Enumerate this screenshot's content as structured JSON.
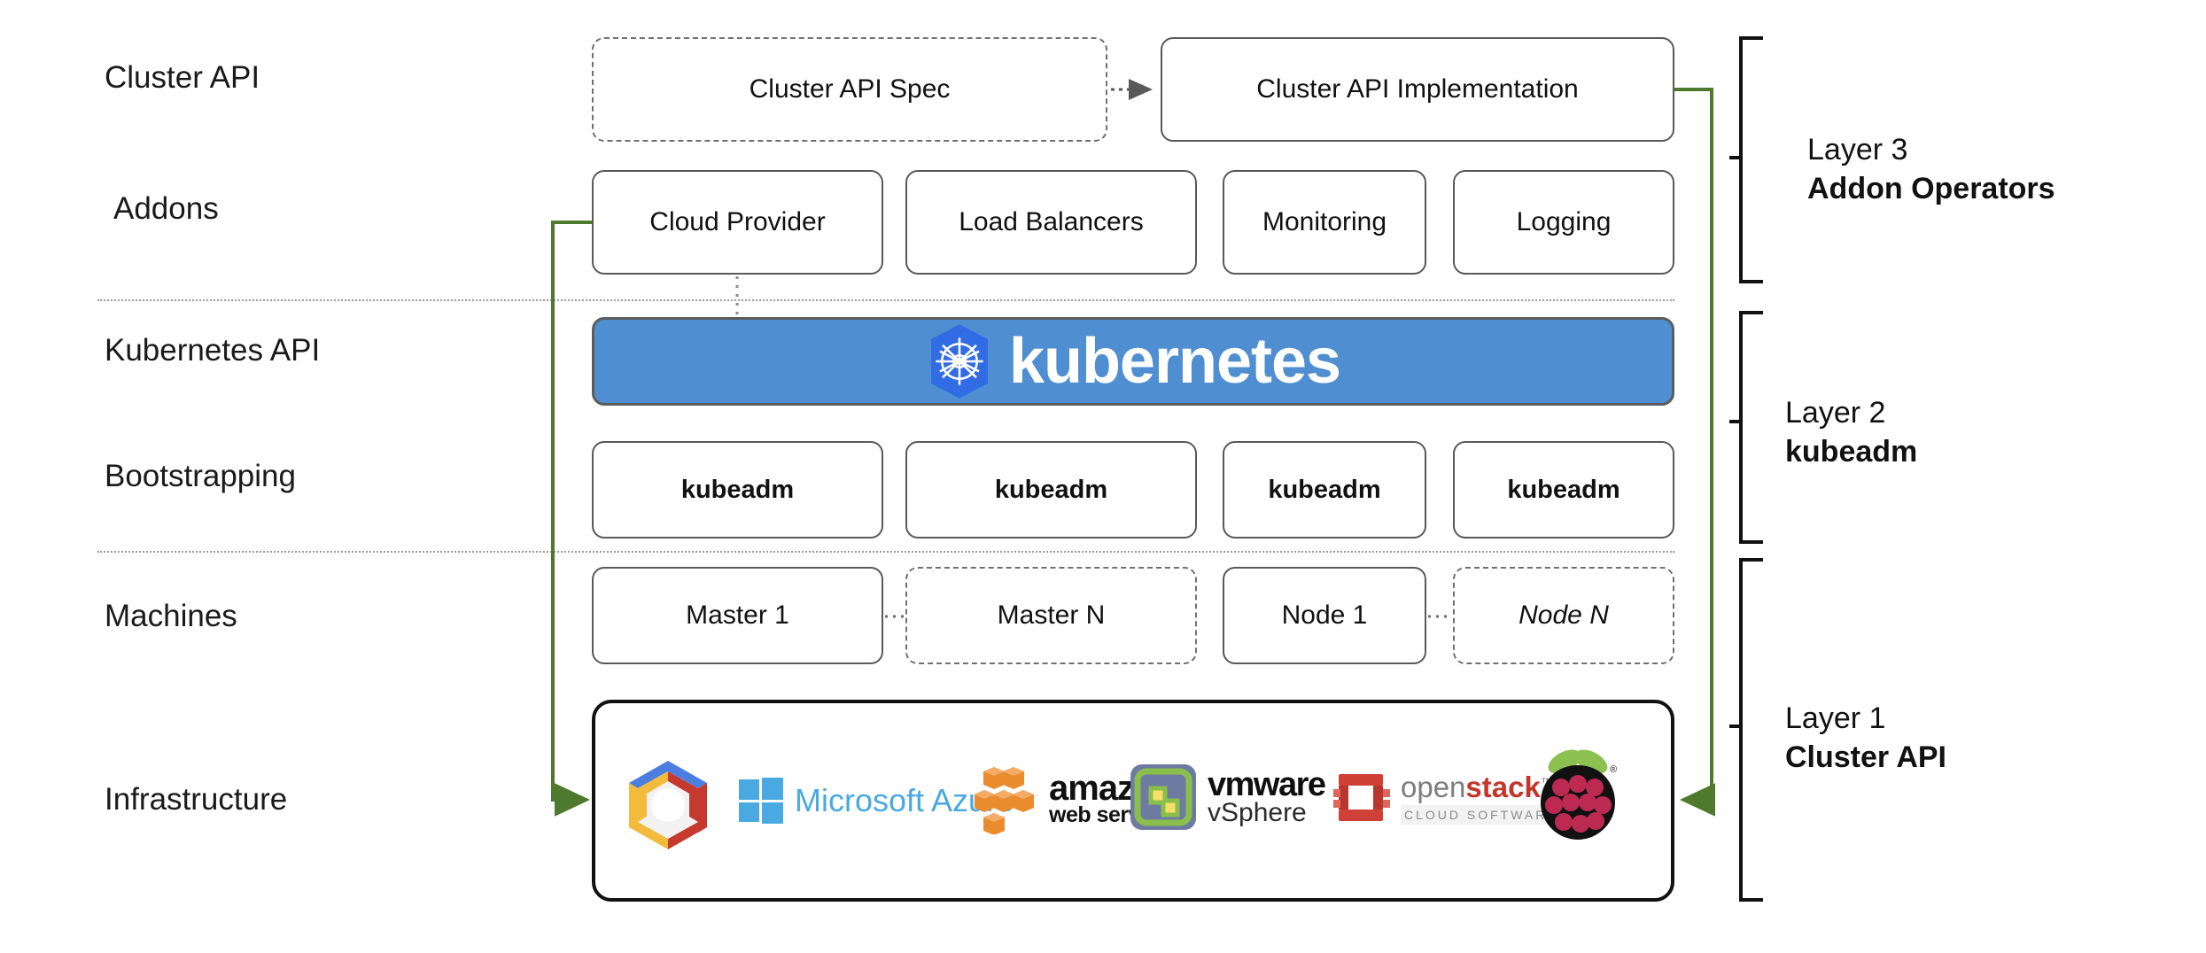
{
  "diagram": {
    "title": "Kubernetes Cluster API layered architecture",
    "accent_green": "#4f7a2e",
    "k8s_blue": "#4f8fd1",
    "k8s_logo_blue": "#326ce5"
  },
  "row_labels": [
    {
      "key": "cluster_api",
      "text": "Cluster API"
    },
    {
      "key": "addons",
      "text": "Addons"
    },
    {
      "key": "kubernetes_api",
      "text": "Kubernetes API"
    },
    {
      "key": "bootstrapping",
      "text": "Bootstrapping"
    },
    {
      "key": "machines",
      "text": "Machines"
    },
    {
      "key": "infrastructure",
      "text": "Infrastructure"
    }
  ],
  "cluster_api_row": {
    "spec_box": "Cluster API Spec",
    "implementation_box": "Cluster API Implementation"
  },
  "addons_row": {
    "boxes": [
      "Cloud Provider",
      "Load Balancers",
      "Monitoring",
      "Logging"
    ]
  },
  "kubernetes_banner": {
    "wordmark": "kubernetes",
    "logo_name": "kubernetes-helm-wheel-logo"
  },
  "bootstrapping_row": {
    "boxes": [
      "kubeadm",
      "kubeadm",
      "kubeadm",
      "kubeadm"
    ]
  },
  "machines_row": {
    "boxes": [
      {
        "label": "Master 1",
        "style": "solid"
      },
      {
        "label": "Master N",
        "style": "dashed"
      },
      {
        "label": "Node 1",
        "style": "solid"
      },
      {
        "label": "Node N",
        "style": "dashed",
        "italic_suffix": true
      }
    ]
  },
  "infrastructure_row": {
    "logos": [
      {
        "name": "google-cloud-platform-logo",
        "text": ""
      },
      {
        "name": "microsoft-azure-logo",
        "text": "Microsoft Azure"
      },
      {
        "name": "amazon-web-services-logo",
        "text_top": "amazon",
        "text_bottom": "web services"
      },
      {
        "name": "vmware-vsphere-logo",
        "text_top": "vmware",
        "text_bottom": "vSphere"
      },
      {
        "name": "openstack-logo",
        "text_open": "open",
        "text_stack": "stack",
        "text_tm": "™",
        "text_bottom": "CLOUD SOFTWARE"
      },
      {
        "name": "raspberry-pi-logo",
        "text": ""
      }
    ]
  },
  "layers": [
    {
      "key": "layer3",
      "name": "Layer 3",
      "subject": "Addon Operators"
    },
    {
      "key": "layer2",
      "name": "Layer 2",
      "subject": "kubeadm"
    },
    {
      "key": "layer1",
      "name": "Layer 1",
      "subject": "Cluster API"
    }
  ]
}
